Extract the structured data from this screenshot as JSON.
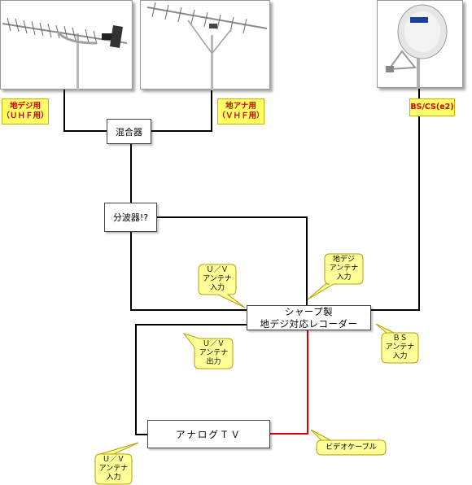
{
  "images": {
    "uhf_antenna": "uhf-yagi-antenna",
    "vhf_antenna": "vhf-yagi-antenna",
    "bs_dish": "bs-cs-dish-antenna"
  },
  "labels": {
    "uhf": {
      "line1": "地デジ用",
      "line2": "（ＵＨＦ用）"
    },
    "vhf": {
      "line1": "地アナ用",
      "line2": "（ＶＨＦ用）"
    },
    "bs": "BS/CS(e2)"
  },
  "nodes": {
    "mixer": "混合器",
    "splitter": "分波器!?",
    "recorder": {
      "line1": "シャープ製",
      "line2": "地デジ対応レコーダー"
    },
    "tv": "アナログＴＶ"
  },
  "callouts": {
    "uv_in": [
      "Ｕ／Ｖ",
      "アンテナ",
      "入力"
    ],
    "dtv_in": [
      "地デジ",
      "アンテナ",
      "入力"
    ],
    "uv_out": [
      "Ｕ／Ｖ",
      "アンテナ",
      "出力"
    ],
    "bs_in": [
      "ＢＳ",
      "アンテナ",
      "入力"
    ],
    "tv_in": [
      "Ｕ／Ｖ",
      "アンテナ",
      "入力"
    ],
    "video_cable": "ビデオケーブル"
  },
  "colors": {
    "wire": "#000000",
    "video_cable": "#dd0000",
    "label_bg": "#ffff66",
    "label_text": "#cc0000",
    "callout_bg": "#ffff99"
  }
}
